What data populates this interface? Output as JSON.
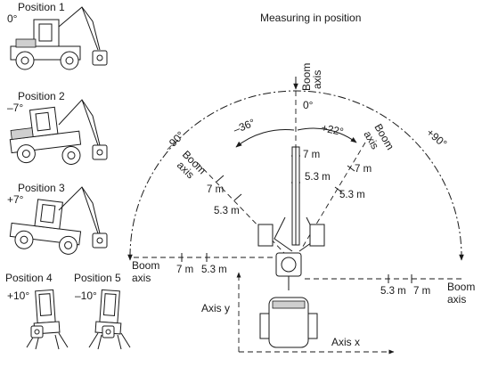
{
  "title": "Measuring in position",
  "positions": [
    {
      "label": "Position 1",
      "angle": "0°"
    },
    {
      "label": "Position 2",
      "angle": "–7°"
    },
    {
      "label": "Position 3",
      "angle": "+7°"
    },
    {
      "label": "Position 4",
      "angle": "+10°"
    },
    {
      "label": "Position 5",
      "angle": "–10°"
    }
  ],
  "boom_axis": {
    "word1": "Boom",
    "word2": "axis"
  },
  "angles": {
    "a0": "0°",
    "a_m36": "–36°",
    "a_p22": "+22°",
    "a_m90": "–90°",
    "a_p90": "+90°"
  },
  "distances": {
    "d7": "7 m",
    "d53": "5.3 m"
  },
  "axes": {
    "y": "Axis y",
    "x": "Axis x"
  },
  "colors": {
    "line": "#1a1a1a",
    "background": "#ffffff"
  }
}
